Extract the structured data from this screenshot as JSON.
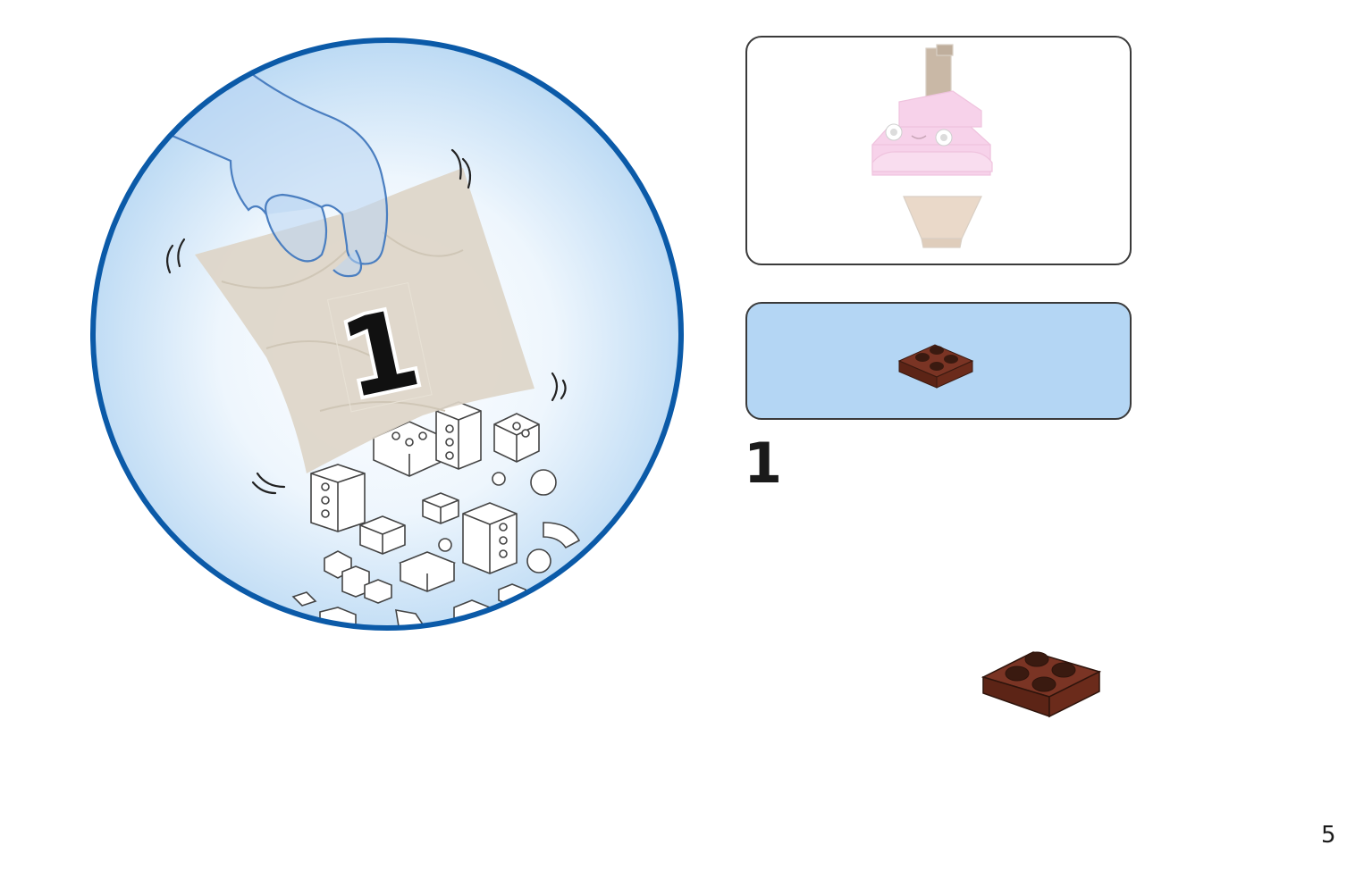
{
  "bag": {
    "number": "1"
  },
  "step": {
    "number": "1"
  },
  "page": {
    "number": "5"
  },
  "parts": [
    {
      "name": "2x2 plate",
      "color": "#6e2e1c",
      "quantity": 1
    }
  ],
  "colors": {
    "circle_border": "#0b5aa8",
    "circle_fill": "#c8e3f8",
    "callout_fill": "#b4d6f4",
    "plate_brown": "#6e2e1c",
    "model_pink": "#f7d2ea",
    "model_cone": "#ead9c9",
    "model_stick": "#c9b8a6",
    "bag_beige": "#ddd5c8"
  }
}
